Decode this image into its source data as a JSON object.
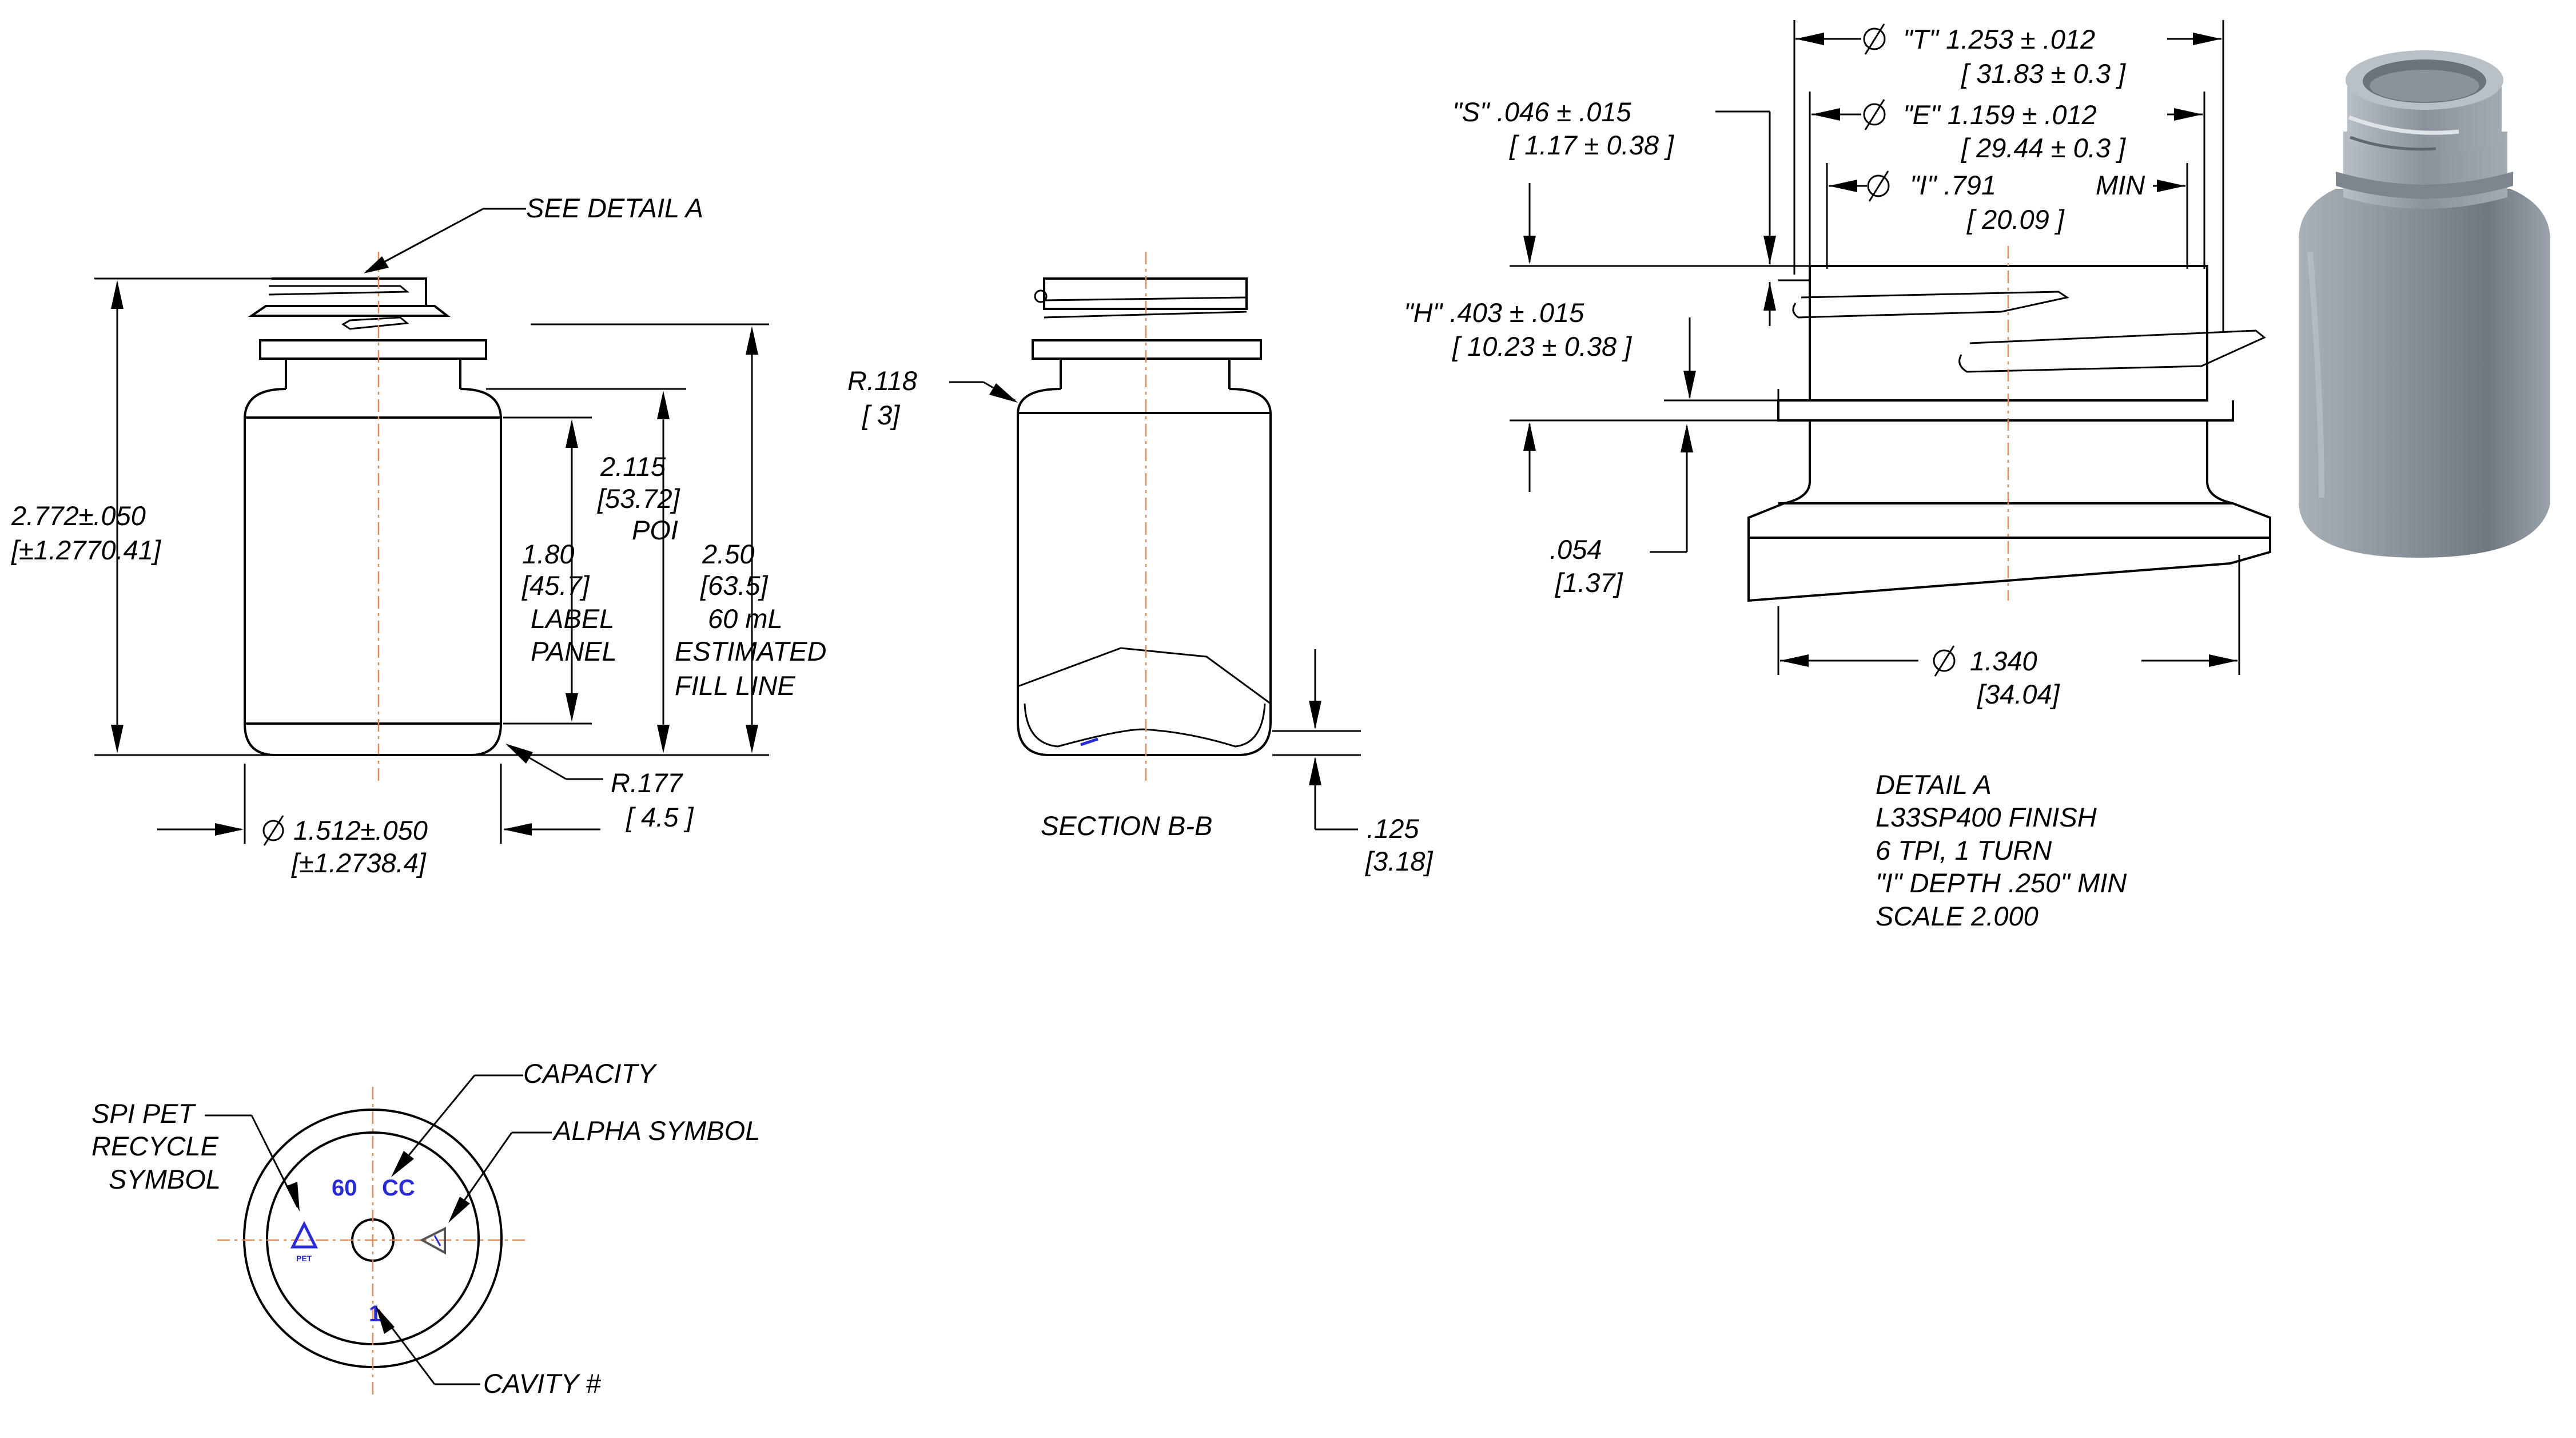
{
  "front_view": {
    "see_detail": "SEE DETAIL  A",
    "height": "2.772±.050",
    "height_mm": "[±1.2770.41]",
    "poi": "2.115",
    "poi_mm": "[53.72]",
    "poi_label": "POI",
    "label_panel": "1.80",
    "label_panel_mm": "[45.7]",
    "label_panel_l1": "LABEL",
    "label_panel_l2": "PANEL",
    "fill": "2.50",
    "fill_mm": "[63.5]",
    "fill_l1": "60 mL",
    "fill_l2": "ESTIMATED",
    "fill_l3": "FILL LINE",
    "radius": "R.177",
    "radius_mm": "[ 4.5 ]",
    "diameter": "1.512±.050",
    "diameter_mm": "[±1.2738.4]"
  },
  "section": {
    "radius": "R.118",
    "radius_mm": "[ 3]",
    "title": "SECTION  B-B",
    "base": ".125",
    "base_mm": "[3.18]"
  },
  "detail": {
    "t_label": "\"T\"  1.253  ±  .012",
    "t_mm": "[ 31.83 ±  0.3  ]",
    "e_label": "\"E\"  1.159  ±  .012",
    "e_mm": "[ 29.44 ±  0.3  ]",
    "i_label": "\"I\"  .791",
    "i_min": "MIN",
    "i_mm": "[ 20.09  ]",
    "s_label": "\"S\"  .046  ±  .015",
    "s_mm": "[  1.17 ±  0.38  ]",
    "h_label": "\"H\" .403  ±  .015",
    "h_mm": "[  10.23 ±  0.38  ]",
    "flange": ".054",
    "flange_mm": "[1.37]",
    "dia": "1.340",
    "dia_mm": "[34.04]",
    "caption": [
      "DETAIL  A",
      "L33SP400 FINISH",
      "6 TPI, 1 TURN",
      "\"I\" DEPTH .250\" MIN",
      "SCALE  2.000"
    ]
  },
  "bottom_view": {
    "recycle_l1": "SPI PET",
    "recycle_l2": "RECYCLE",
    "recycle_l3": "SYMBOL",
    "capacity": "CAPACITY",
    "alpha": "ALPHA SYMBOL",
    "cavity": "CAVITY #",
    "mark_60": "60",
    "mark_cc": "CC",
    "mark_cavity": "1",
    "mark_recycle": "PET"
  },
  "colors": {
    "line": "#000000",
    "centerline": "#e08a5a",
    "embossed_mark": "#2b2bd6",
    "render_body": "#8d969f"
  }
}
